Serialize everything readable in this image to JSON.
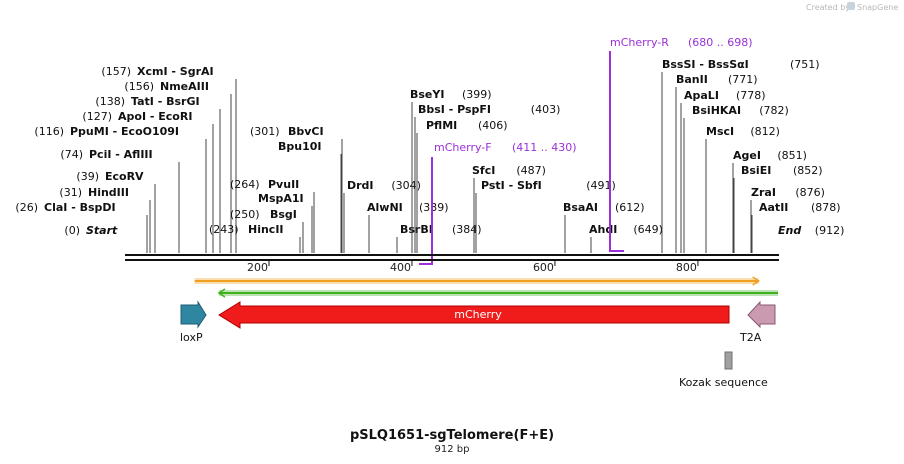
{
  "credit": {
    "created_by": "Created by",
    "brand": "SnapGene"
  },
  "plasmid": {
    "name": "pSLQ1651-sgTelomere(F+E)",
    "length_label": "912 bp",
    "length_bp": 912
  },
  "sites": [
    {
      "left": "(0)",
      "name": "Start",
      "pos": 0,
      "style": "italic"
    },
    {
      "left": "(26)",
      "name": "ClaI  - BspDI",
      "pos": 26
    },
    {
      "left": "(31)",
      "name": "HindIII",
      "pos": 31
    },
    {
      "left": "(39)",
      "name": "EcoRV",
      "pos": 39
    },
    {
      "left": "(74)",
      "name": "PciI  - AflIII",
      "pos": 74
    },
    {
      "left": "(116)",
      "name": "PpuMI  - EcoO109I",
      "pos": 116
    },
    {
      "left": "(127)",
      "name": "ApoI  - EcoRI",
      "pos": 127
    },
    {
      "left": "(138)",
      "name": "TatI  - BsrGI",
      "pos": 138
    },
    {
      "left": "(156)",
      "name": "NmeAIII",
      "pos": 156
    },
    {
      "left": "(157)",
      "name": "XcmI  - SgrAI",
      "pos": 157
    },
    {
      "name": "HincII",
      "pos": 243,
      "right": "(243)",
      "right_after_left": true
    },
    {
      "left": "(250)",
      "name": "BsgI",
      "pos": 250
    },
    {
      "name": "MspA1I",
      "pos": 264
    },
    {
      "left": "(264)",
      "name": "PvuII",
      "pos": 264
    },
    {
      "name": "Bpu10I",
      "pos": 301
    },
    {
      "left": "(301)",
      "name": "BbvCI",
      "pos": 301
    },
    {
      "name": "DrdI",
      "right": "(304)",
      "pos": 304
    },
    {
      "name": "AlwNI",
      "right": "(339)",
      "pos": 339
    },
    {
      "name": "BsrBI",
      "right": "(384)",
      "pos": 384
    },
    {
      "name": "BseYI",
      "right": "(399)",
      "pos": 399
    },
    {
      "name": "BbsI  - PspFI",
      "right": "(403)",
      "pos": 403
    },
    {
      "name": "PflMI",
      "right": "(406)",
      "pos": 406
    },
    {
      "name": "SfcI",
      "right": "(487)",
      "pos": 487
    },
    {
      "name": "PstI  - SbfI",
      "right": "(491)",
      "pos": 491
    },
    {
      "name": "BsaAI",
      "right": "(612)",
      "pos": 612
    },
    {
      "name": "AhdI",
      "right": "(649)",
      "pos": 649
    },
    {
      "name": "BssSI  - BssSαI",
      "right": "(751)",
      "pos": 751
    },
    {
      "name": "BanII",
      "right": "(771)",
      "pos": 771
    },
    {
      "name": "ApaLI",
      "right": "(778)",
      "pos": 778
    },
    {
      "name": "BsiHKAI",
      "right": "(782)",
      "pos": 782
    },
    {
      "name": "MscI",
      "right": "(812)",
      "pos": 812
    },
    {
      "name": "AgeI",
      "right": "(851)",
      "pos": 851
    },
    {
      "name": "BsiEI",
      "right": "(852)",
      "pos": 852
    },
    {
      "name": "ZraI",
      "right": "(876)",
      "pos": 876
    },
    {
      "name": "AatII",
      "right": "(878)",
      "pos": 878
    },
    {
      "name": "End",
      "right": "(912)",
      "pos": 912,
      "style": "italic"
    }
  ],
  "primers": [
    {
      "name": "mCherry-F",
      "range": "(411 .. 430)",
      "start": 411,
      "end": 430,
      "direction": "reverse"
    },
    {
      "name": "mCherry-R",
      "range": "(680 .. 698)",
      "start": 680,
      "end": 698,
      "direction": "forward"
    }
  ],
  "ticks": [
    {
      "label": "200",
      "pos": 200
    },
    {
      "label": "400",
      "pos": 400
    },
    {
      "label": "600",
      "pos": 600
    },
    {
      "label": "800",
      "pos": 800
    }
  ],
  "features": [
    {
      "name": "loxP",
      "start": 78,
      "end": 112,
      "direction": "forward",
      "color": "#2e86a0"
    },
    {
      "name": "mCherry",
      "start": 130,
      "end": 850,
      "direction": "reverse",
      "color": "#f01c1c"
    },
    {
      "name": "T2A",
      "start": 873,
      "end": 912,
      "direction": "reverse",
      "color": "#c99ab0"
    },
    {
      "name": "Kozak sequence",
      "start": 845,
      "end": 855,
      "direction": "none",
      "color": "#a0a0a0"
    }
  ],
  "orf_bars": [
    {
      "start": 96,
      "end": 885,
      "color": "#f0a020",
      "direction": "forward"
    },
    {
      "start": 130,
      "end": 912,
      "color": "#40b020",
      "direction": "reverse"
    }
  ]
}
